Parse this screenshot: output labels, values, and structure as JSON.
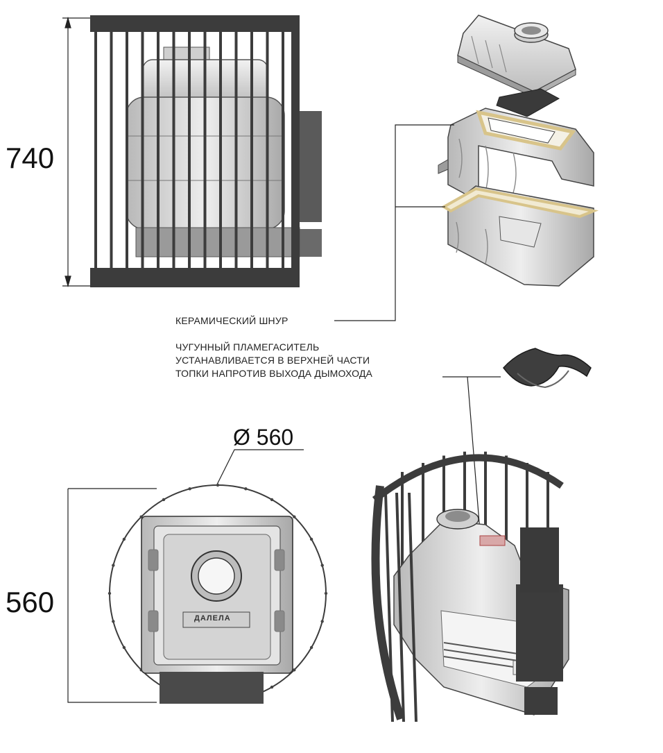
{
  "dimensions": {
    "height_top": "740",
    "height_bottom": "560",
    "diameter": "Ø 560"
  },
  "callouts": {
    "ceramic_cord": "КЕРАМИЧЕСКИЙ ШНУР",
    "flame_line1": "ЧУГУННЫЙ ПЛАМЕГАСИТЕЛЬ",
    "flame_line2": "УСТАНАВЛИВАЕТСЯ В ВЕРХНЕЙ ЧАСТИ",
    "flame_line3": "ТОПКИ НАПРОТИВ ВЫХОДА ДЫМОХОДА"
  },
  "brand_plate": "ДАЛЕЛА",
  "colors": {
    "frame": "#3c3c3c",
    "casting": "#d9d9d9",
    "casting_dark": "#8f8f8f",
    "cord": "#d8c48a",
    "line": "#222222"
  }
}
